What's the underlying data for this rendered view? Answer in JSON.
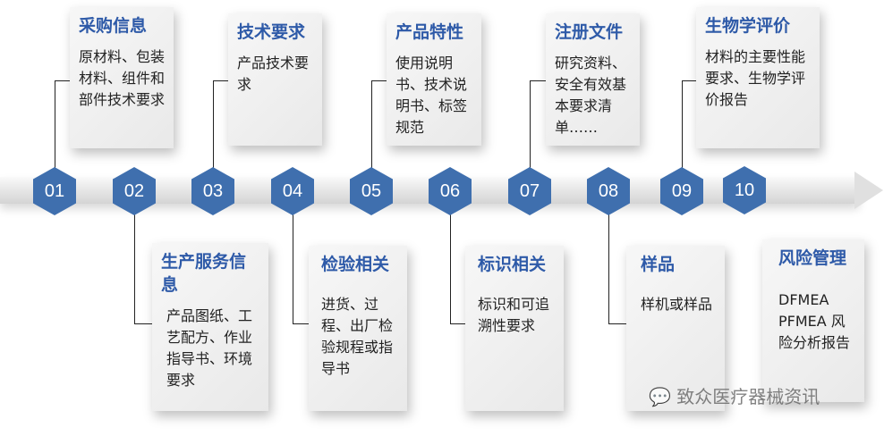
{
  "steps": [
    {
      "num": "01",
      "title": "采购信息",
      "body": "原材料、包装材料、组件和部件技术要求"
    },
    {
      "num": "02",
      "title": "生产服务信息",
      "body": "产品图纸、工艺配方、作业指导书、环境要求"
    },
    {
      "num": "03",
      "title": "技术要求",
      "body": "产品技术要求"
    },
    {
      "num": "04",
      "title": "检验相关",
      "body": "进货、过程、出厂检验规程或指导书"
    },
    {
      "num": "05",
      "title": "产品特性",
      "body": "使用说明书、技术说明书、标签规范"
    },
    {
      "num": "06",
      "title": "标识相关",
      "body": "标识和可追溯性要求"
    },
    {
      "num": "07",
      "title": "注册文件",
      "body": "研究资料、安全有效基本要求清单……"
    },
    {
      "num": "08",
      "title": "样品",
      "body": "样机或样品"
    },
    {
      "num": "09",
      "title": "生物学评价",
      "body": "材料的主要性能要求、生物学评价报告"
    },
    {
      "num": "10",
      "title": "风险管理",
      "body": "DFMEA PFMEA 风险分析报告"
    }
  ],
  "watermark": "致众医疗器械资讯"
}
